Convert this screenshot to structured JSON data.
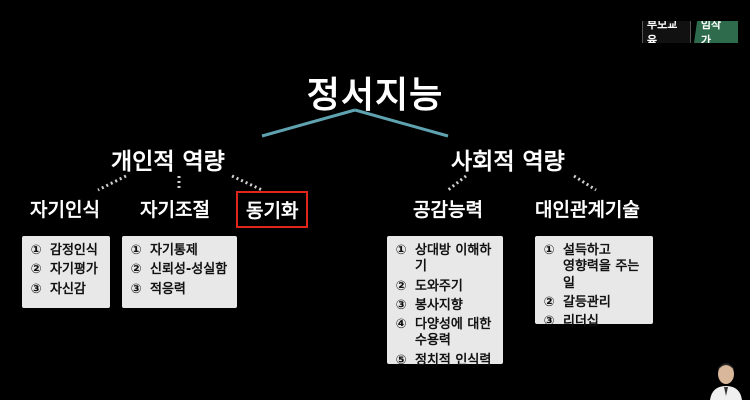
{
  "logo": {
    "part1": "부모교육",
    "part2": "임작가"
  },
  "title": "정서지능",
  "branches": [
    {
      "label": "개인적 역량"
    },
    {
      "label": "사회적 역량"
    }
  ],
  "subcategories": [
    {
      "label": "자기인식"
    },
    {
      "label": "자기조절"
    },
    {
      "label": "동기화"
    },
    {
      "label": "공감능력"
    },
    {
      "label": "대인관계기술"
    }
  ],
  "boxes": [
    {
      "items": [
        {
          "num": "①",
          "text": "감정인식"
        },
        {
          "num": "②",
          "text": "자기평가"
        },
        {
          "num": "③",
          "text": "자신감"
        }
      ]
    },
    {
      "items": [
        {
          "num": "①",
          "text": "자기통제"
        },
        {
          "num": "②",
          "text": "신뢰성-성실함"
        },
        {
          "num": "③",
          "text": "적응력"
        }
      ]
    },
    {
      "items": [
        {
          "num": "①",
          "text": "상대방 이해하기"
        },
        {
          "num": "②",
          "text": "도와주기"
        },
        {
          "num": "③",
          "text": "봉사지향"
        },
        {
          "num": "④",
          "text": "다양성에 대한\n수용력"
        },
        {
          "num": "⑤",
          "text": "정치적 인식력"
        }
      ]
    },
    {
      "items": [
        {
          "num": "①",
          "text": "설득하고\n영향력을 주는 일"
        },
        {
          "num": "②",
          "text": "갈등관리"
        },
        {
          "num": "③",
          "text": "리더십"
        }
      ]
    }
  ],
  "colors": {
    "tree_line": "#5fa2b0",
    "highlight_border": "#e0251b",
    "box_bg": "#e8e8e8"
  }
}
